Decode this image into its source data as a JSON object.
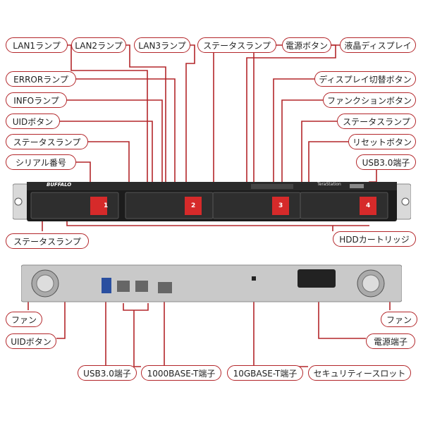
{
  "front": {
    "labels": {
      "lan1": "LAN1ランプ",
      "lan2": "LAN2ランプ",
      "lan3": "LAN3ランプ",
      "status_top": "ステータスランプ",
      "power_button": "電源ボタン",
      "lcd": "液晶ディスプレイ",
      "error": "ERRORランプ",
      "info": "INFOランプ",
      "uid_button": "UIDボタン",
      "status_left": "ステータスランプ",
      "serial": "シリアル番号",
      "display_switch": "ディスプレイ切替ボタン",
      "function_button": "ファンクションボタン",
      "status_right": "ステータスランプ",
      "reset_button": "リセットボタン",
      "usb_front": "USB3.0端子",
      "status_bottom": "ステータスランプ",
      "hdd": "HDDカートリッジ"
    },
    "device": {
      "brand": "BUFFALO",
      "model": "TeraStation",
      "bays": [
        "1",
        "2",
        "3",
        "4"
      ]
    }
  },
  "back": {
    "labels": {
      "fan_left": "ファン",
      "uid_button": "UIDボタン",
      "fan_right": "ファン",
      "power_connector": "電源端子",
      "usb": "USB3.0端子",
      "base1000": "1000BASE-T端子",
      "base10g": "10GBASE-T端子",
      "security_slot": "セキュリティースロット"
    }
  },
  "colors": {
    "accent": "#b3262a",
    "chassis": "#1c1c1c",
    "bay_led": "#d62a2a"
  }
}
